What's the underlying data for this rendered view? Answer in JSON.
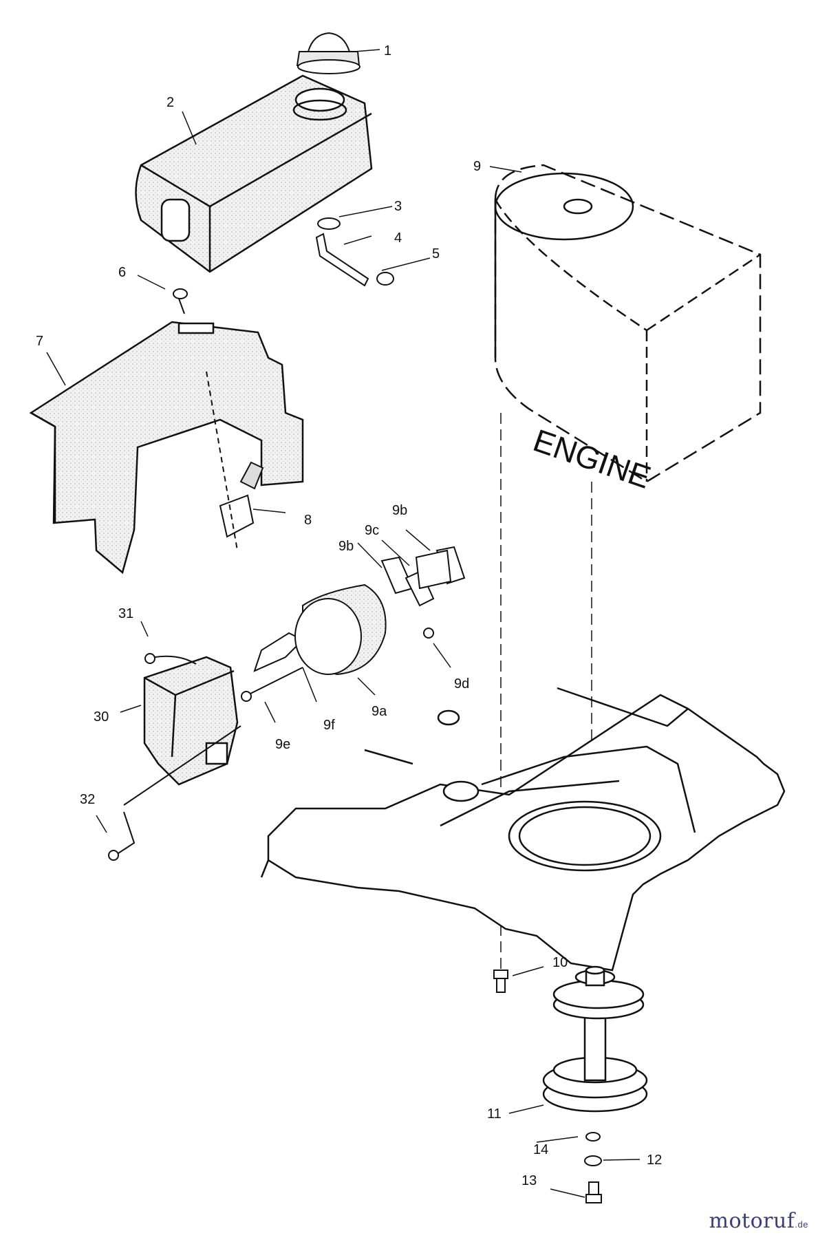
{
  "diagram": {
    "engine_label": "ENGINE",
    "callouts": {
      "c1": "1",
      "c2": "2",
      "c3": "3",
      "c4": "4",
      "c5": "5",
      "c6": "6",
      "c7": "7",
      "c8": "8",
      "c9": "9",
      "c9a": "9a",
      "c9b_left": "9b",
      "c9b_right": "9b",
      "c9c": "9c",
      "c9d": "9d",
      "c9e": "9e",
      "c9f": "9f",
      "c10": "10",
      "c11": "11",
      "c12": "12",
      "c13": "13",
      "c14": "14",
      "c30": "30",
      "c31": "31",
      "c32": "32"
    }
  },
  "watermark": {
    "brand": "motoruf",
    "tld": ".de"
  }
}
